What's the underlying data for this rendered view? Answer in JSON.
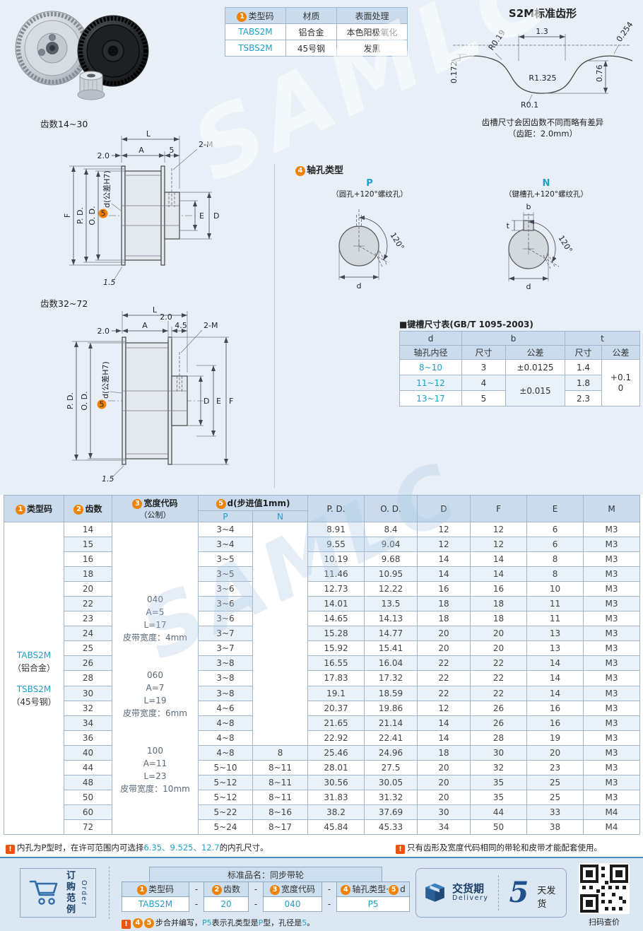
{
  "colors": {
    "cyan": "#1f9fc9",
    "orange": "#ef8200",
    "header_bg": "#c9dbec",
    "top_bg": "#e8eff6"
  },
  "watermark": "SAMLC",
  "spec_table": {
    "header": {
      "num": "1",
      "col1": "类型码",
      "col2": "材质",
      "col3": "表面处理"
    },
    "rows": [
      {
        "code": "TABS2M",
        "material": "铝合金",
        "finish": "本色阳极氧化"
      },
      {
        "code": "TSBS2M",
        "material": "45号钢",
        "finish": "发黑"
      }
    ]
  },
  "tooth_profile": {
    "title": "S2M标准齿形",
    "dim_13": "1.3",
    "dim_0254": "0.254",
    "dim_r1325": "R1.325",
    "dim_r019": "R0.19",
    "dim_076": "0.76",
    "dim_0172": "0.172",
    "dim_r01": "R0.1",
    "note1": "齿槽尺寸会因齿数不同而略有差异",
    "note2": "（齿距：2.0mm）"
  },
  "drawing_small": {
    "title": "齿数14~30",
    "dim_L": "L",
    "dim_A": "A",
    "dim_20": "2.0",
    "dim_5": "5",
    "dim_2m": "2-M",
    "bore_num": "5",
    "bore_text": "d(公差H7)",
    "dim_F": "F",
    "dim_PD": "P. D.",
    "dim_OD": "O. D.",
    "dim_E": "E",
    "dim_D": "D",
    "dim_15": "1.5"
  },
  "drawing_large": {
    "title": "齿数32~72",
    "dim_L": "L",
    "dim_A": "A",
    "dim_20a": "2.0",
    "dim_20b": "2.0",
    "dim_45": "4.5",
    "dim_2m": "2-M",
    "bore_num": "5",
    "bore_text": "d(公差H7)",
    "dim_PD": "P. D.",
    "dim_OD": "O. D.",
    "dim_D": "D",
    "dim_E": "E",
    "dim_F": "F",
    "dim_15": "1.5"
  },
  "shaft_hole": {
    "num": "4",
    "title": "轴孔类型",
    "p_name": "P",
    "p_desc": "（圆孔+120°螺纹孔）",
    "n_name": "N",
    "n_desc": "（键槽孔+120°螺纹孔）",
    "angle": "120°",
    "dim_d": "d",
    "dim_t": "t",
    "dim_b": "b"
  },
  "keyslot": {
    "title": "■键槽尺寸表(GB/T 1095-2003)",
    "col_d": "d",
    "col_b": "b",
    "col_t": "t",
    "sub_d": "轴孔内径",
    "sub_size": "尺寸",
    "sub_tol": "公差",
    "rows": [
      {
        "d": "8~10",
        "b": "3",
        "t": "1.4"
      },
      {
        "d": "11~12",
        "b": "4",
        "t": "1.8"
      },
      {
        "d": "13~17",
        "b": "5",
        "t": "2.3"
      }
    ],
    "btol1": "±0.0125",
    "btol2": "±0.015",
    "ttol_top": "+0.1",
    "ttol_bottom": "0"
  },
  "main_table": {
    "h_type_num": "1",
    "h_type": "类型码",
    "h_teeth_num": "2",
    "h_teeth": "齿数",
    "h_width_num": "3",
    "h_width": "宽度代码",
    "h_width2": "（公制）",
    "h_d_num": "5",
    "h_d": "d(步进值1mm)",
    "h_p": "P",
    "h_n": "N",
    "h_pd": "P. D.",
    "h_od": "O. D.",
    "h_D": "D",
    "h_F": "F",
    "h_E": "E",
    "h_M": "M",
    "type_lines": [
      {
        "t": "TABS2M",
        "c": true
      },
      {
        "t": "（铝合金）",
        "c": false
      },
      {
        "t": "TSBS2M",
        "c": true,
        "g": true
      },
      {
        "t": "（45号钢）",
        "c": false
      }
    ],
    "width_blocks": [
      {
        "code": "040",
        "l1": "A=5",
        "l2": "L=17",
        "l3": "皮带宽度：4mm"
      },
      {
        "code": "060",
        "l1": "A=7",
        "l2": "L=19",
        "l3": "皮带宽度：6mm"
      },
      {
        "code": "100",
        "l1": "A=11",
        "l2": "L=23",
        "l3": "皮带宽度：10mm"
      }
    ],
    "rows": [
      {
        "teeth": "14",
        "p": "3~4",
        "n": "",
        "pd": "8.91",
        "od": "8.4",
        "d": "12",
        "f": "12",
        "e": "6",
        "m": "M3"
      },
      {
        "teeth": "15",
        "p": "3~4",
        "n": "",
        "pd": "9.55",
        "od": "9.04",
        "d": "12",
        "f": "12",
        "e": "6",
        "m": "M3"
      },
      {
        "teeth": "16",
        "p": "3~5",
        "n": "",
        "pd": "10.19",
        "od": "9.68",
        "d": "14",
        "f": "14",
        "e": "8",
        "m": "M3"
      },
      {
        "teeth": "18",
        "p": "3~5",
        "n": "",
        "pd": "11.46",
        "od": "10.95",
        "d": "14",
        "f": "14",
        "e": "8",
        "m": "M3"
      },
      {
        "teeth": "20",
        "p": "3~6",
        "n": "",
        "pd": "12.73",
        "od": "12.22",
        "d": "16",
        "f": "16",
        "e": "10",
        "m": "M3"
      },
      {
        "teeth": "22",
        "p": "3~6",
        "n": "",
        "pd": "14.01",
        "od": "13.5",
        "d": "18",
        "f": "18",
        "e": "11",
        "m": "M3"
      },
      {
        "teeth": "23",
        "p": "3~6",
        "n": "",
        "pd": "14.65",
        "od": "14.13",
        "d": "18",
        "f": "18",
        "e": "11",
        "m": "M3"
      },
      {
        "teeth": "24",
        "p": "3~7",
        "n": "",
        "pd": "15.28",
        "od": "14.77",
        "d": "20",
        "f": "20",
        "e": "13",
        "m": "M3"
      },
      {
        "teeth": "25",
        "p": "3~7",
        "n": "",
        "pd": "15.92",
        "od": "15.41",
        "d": "20",
        "f": "20",
        "e": "13",
        "m": "M3"
      },
      {
        "teeth": "26",
        "p": "3~8",
        "n": "",
        "pd": "16.55",
        "od": "16.04",
        "d": "22",
        "f": "22",
        "e": "14",
        "m": "M3"
      },
      {
        "teeth": "28",
        "p": "3~8",
        "n": "",
        "pd": "17.83",
        "od": "17.32",
        "d": "22",
        "f": "22",
        "e": "14",
        "m": "M3"
      },
      {
        "teeth": "30",
        "p": "3~8",
        "n": "",
        "pd": "19.1",
        "od": "18.59",
        "d": "22",
        "f": "22",
        "e": "14",
        "m": "M3"
      },
      {
        "teeth": "32",
        "p": "4~6",
        "n": "",
        "pd": "20.37",
        "od": "19.86",
        "d": "12",
        "f": "26",
        "e": "16",
        "m": "M3"
      },
      {
        "teeth": "34",
        "p": "4~8",
        "n": "",
        "pd": "21.65",
        "od": "21.14",
        "d": "14",
        "f": "26",
        "e": "16",
        "m": "M3"
      },
      {
        "teeth": "36",
        "p": "4~8",
        "n": "",
        "pd": "22.92",
        "od": "22.41",
        "d": "14",
        "f": "28",
        "e": "19",
        "m": "M3"
      },
      {
        "teeth": "40",
        "p": "4~8",
        "n": "8",
        "pd": "25.46",
        "od": "24.96",
        "d": "18",
        "f": "30",
        "e": "20",
        "m": "M3"
      },
      {
        "teeth": "44",
        "p": "5~10",
        "n": "8~11",
        "pd": "28.01",
        "od": "27.5",
        "d": "20",
        "f": "32",
        "e": "23",
        "m": "M3"
      },
      {
        "teeth": "48",
        "p": "5~12",
        "n": "8~11",
        "pd": "30.56",
        "od": "30.05",
        "d": "20",
        "f": "35",
        "e": "25",
        "m": "M3"
      },
      {
        "teeth": "50",
        "p": "5~12",
        "n": "8~11",
        "pd": "31.83",
        "od": "31.32",
        "d": "20",
        "f": "35",
        "e": "25",
        "m": "M3"
      },
      {
        "teeth": "60",
        "p": "5~22",
        "n": "8~16",
        "pd": "38.2",
        "od": "37.69",
        "d": "30",
        "f": "44",
        "e": "33",
        "m": "M4"
      },
      {
        "teeth": "72",
        "p": "5~24",
        "n": "8~17",
        "pd": "45.84",
        "od": "45.33",
        "d": "34",
        "f": "50",
        "e": "38",
        "m": "M4"
      }
    ]
  },
  "notes": {
    "icon": "!",
    "n1_pre": "内孔为P型时，在许可范围内可选择",
    "n1_cyan": "6.35、9.525、12.7",
    "n1_post": "的内孔尺寸。",
    "n2": "只有齿形及宽度代码相同的带轮和皮带才能配套使用。"
  },
  "footer": {
    "order_cn": "订购范例",
    "order_en": "Order",
    "product_title": "标准品名：同步带轮",
    "cols": [
      {
        "num": "1",
        "label": "类型码"
      },
      {
        "num": "2",
        "label": "齿数"
      },
      {
        "num": "3",
        "label": "宽度代码"
      },
      {
        "num": "4",
        "label": "轴孔类型·",
        "num2": "5",
        "label2": "d"
      }
    ],
    "dash": "-",
    "values": [
      "TABS2M",
      "20",
      "040",
      "P5"
    ],
    "note_nums": [
      "4",
      "5"
    ],
    "note_p1": "步合并编写，",
    "note_c1": "P5",
    "note_p2": "表示孔类型是",
    "note_c2": "P",
    "note_p3": "型，孔径是",
    "note_c3": "5",
    "note_p4": "。",
    "delivery_cn": "交货期",
    "delivery_en": "Delivery",
    "delivery_days": "5",
    "delivery_unit": "天发货",
    "qr_label": "扫码查价"
  }
}
